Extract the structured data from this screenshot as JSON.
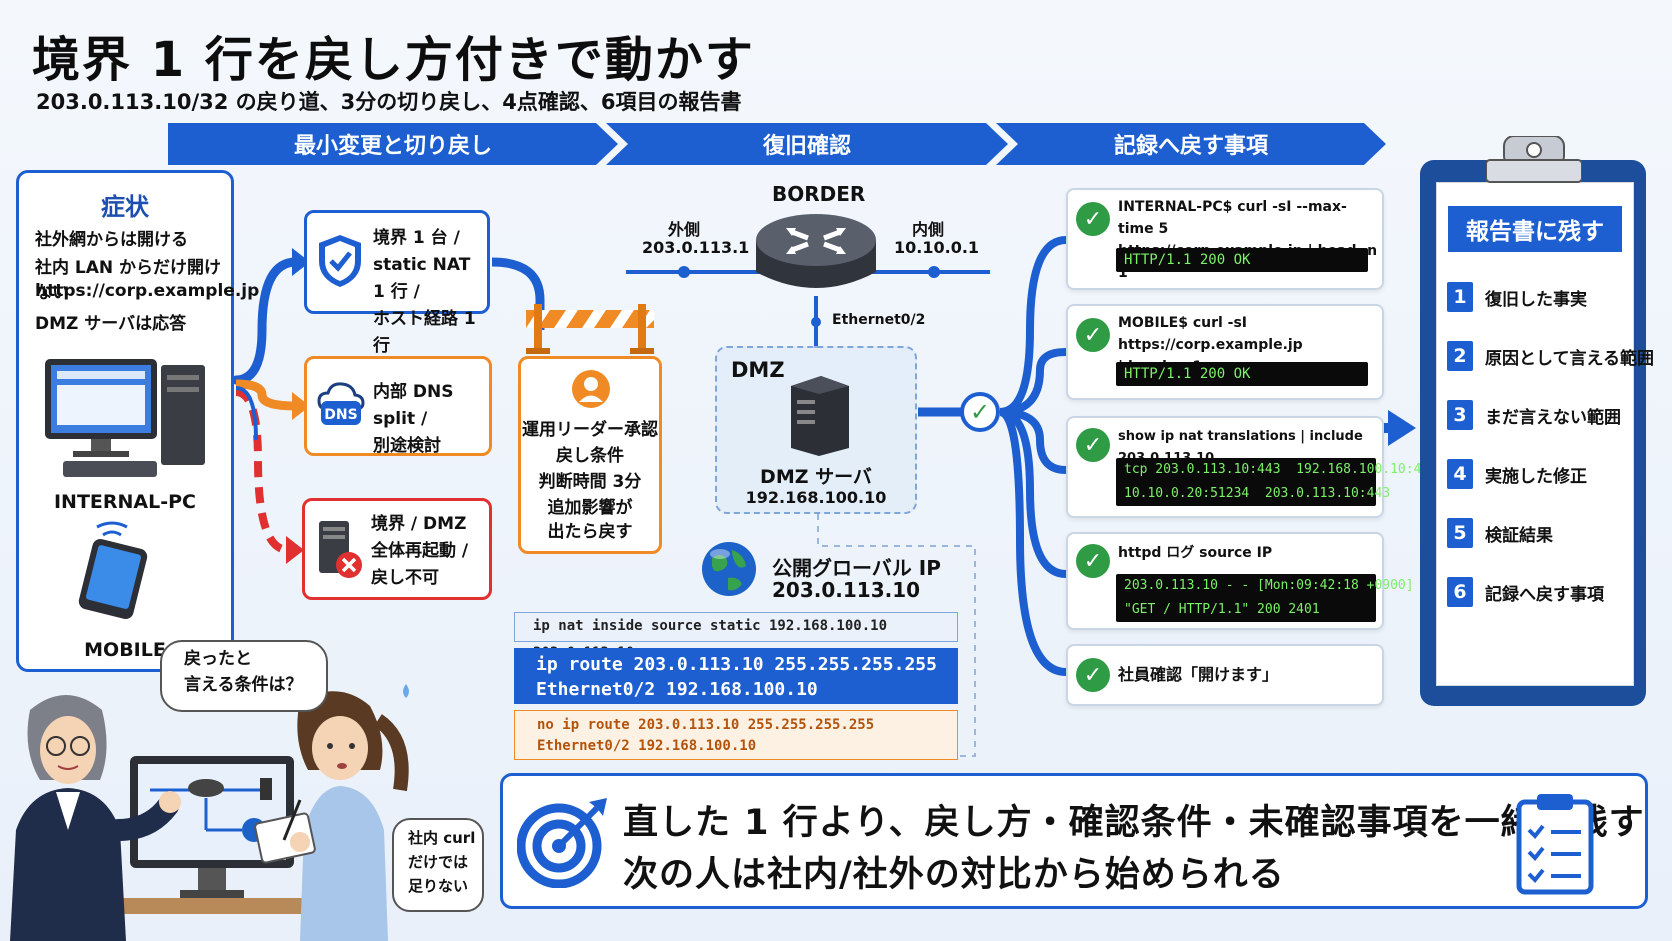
{
  "title": "境界 1 行を戻し方付きで動かす",
  "subtitle": "203.0.113.10/32 の戻り道、3分の切り戻し、4点確認、6項目の報告書",
  "stages": [
    "最小変更と切り戻し",
    "復旧確認",
    "記録へ戻す事項"
  ],
  "symptom": {
    "heading": "症状",
    "lines": [
      "社外網からは開ける",
      "社内 LAN からだけ開けない",
      "https://corp.example.jp",
      "DMZ サーバは応答"
    ],
    "pc_label": "INTERNAL-PC",
    "mobile_label": "MOBILE"
  },
  "options": [
    {
      "lines": [
        "境界 1 台 /",
        "static NAT 1 行 /",
        "ホスト経路 1 行"
      ],
      "color": "#1d5fd1",
      "icon": "shield-check-icon"
    },
    {
      "lines": [
        "内部 DNS split /",
        "別途検討"
      ],
      "color": "#f08a24",
      "icon": "dns-cloud-icon",
      "icon_text": "DNS"
    },
    {
      "lines": [
        "境界 / DMZ",
        "全体再起動 /",
        "戻し不可"
      ],
      "color": "#e03030",
      "icon": "server-error-icon"
    }
  ],
  "gate": {
    "lines": [
      "運用リーダー承認",
      "戻し条件",
      "判断時間 3分",
      "追加影響が",
      "出たら戻す"
    ]
  },
  "network": {
    "border_label": "BORDER",
    "outside_label": "外側",
    "outside_ip": "203.0.113.1",
    "inside_label": "内側",
    "inside_ip": "10.10.0.1",
    "interface": "Ethernet0/2",
    "dmz_label": "DMZ",
    "server_label": "DMZ サーバ",
    "server_ip": "192.168.100.10",
    "public_label": "公開グローバル IP",
    "public_ip": "203.0.113.10"
  },
  "config": {
    "nat_line": "ip nat inside source static 192.168.100.10 203.0.113.10",
    "route_line1": "ip route 203.0.113.10 255.255.255.255",
    "route_line2": "Ethernet0/2 192.168.100.10",
    "rollback_line1": "no ip route 203.0.113.10 255.255.255.255",
    "rollback_line2": "Ethernet0/2 192.168.100.10"
  },
  "checks": [
    {
      "cmd": [
        "INTERNAL-PC$ curl -sI --max-time 5",
        "https://corp.example.jp | head -n 1"
      ],
      "output": "HTTP/1.1 200 OK"
    },
    {
      "cmd": [
        "MOBILE$ curl -sI https://corp.example.jp",
        "| head -n 1"
      ],
      "output": "HTTP/1.1 200 OK"
    },
    {
      "cmd": [
        "show ip nat translations | include 203.0.113.10"
      ],
      "output": "tcp 203.0.113.10:443  192.168.100.10:443\n10.10.0.20:51234  203.0.113.10:443"
    },
    {
      "cmd": [
        "httpd ログ source IP"
      ],
      "output": "203.0.113.10 - - [Mon:09:42:18 +0900]\n\"GET / HTTP/1.1\" 200 2401"
    },
    {
      "cmd": [
        "社員確認「開けます」"
      ],
      "output": ""
    }
  ],
  "report": {
    "heading": "報告書に残す",
    "items": [
      "復旧した事実",
      "原因として言える範囲",
      "まだ言えない範囲",
      "実施した修正",
      "検証結果",
      "記録へ戻す事項"
    ]
  },
  "dialog": {
    "leader_line1": "戻ったと",
    "leader_line2": "言える条件は？",
    "member_line1": "社内 curl",
    "member_line2": "だけでは",
    "member_line3": "足りない"
  },
  "conclusion": {
    "line1": "直した 1 行より、戻し方・確認条件・未確認事項を一緒に残す",
    "line2": "次の人は社内/社外の対比から始められる"
  },
  "colors": {
    "primary": "#1d5fd1",
    "orange": "#f08a24",
    "red": "#e03030",
    "green": "#2f9b45",
    "navy": "#1c4e9b"
  }
}
